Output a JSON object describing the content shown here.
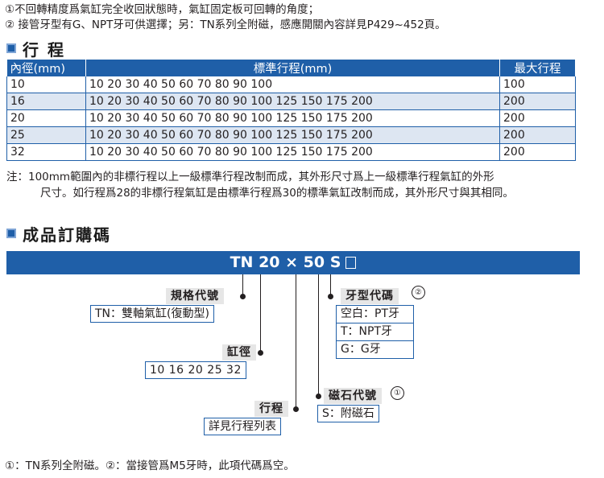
{
  "notes_top": [
    "①不回轉精度爲氣缸完全收回狀態時，氣缸固定板可回轉的角度；",
    "② 接管牙型有G、NPT牙可供選擇；另：TN系列全附磁，感應開關內容詳見P429~452頁。"
  ],
  "stroke_section": {
    "title": "行 程",
    "table": {
      "headers": [
        "內徑(mm)",
        "標準行程(mm)",
        "最大行程"
      ],
      "rows": [
        [
          "10",
          "10  20  30  40  50  60  70  80  90  100",
          "100"
        ],
        [
          "16",
          "10  20  30  40  50  60  70  80  90  100  125  150  175  200",
          "200"
        ],
        [
          "20",
          "10  20  30  40  50  60  70  80  90  100  125  150  175  200",
          "200"
        ],
        [
          "25",
          "10  20  30  40  50  60  70  80  90  100  125  150  175  200",
          "200"
        ],
        [
          "32",
          "10  20  30  40  50  60  70  80  90  100  125  150  175  200",
          "200"
        ]
      ]
    },
    "footnote_line1": "注：100mm範圍內的非標行程以上一級標準行程改制而成，其外形尺寸爲上一級標準行程氣缸的外形",
    "footnote_line2": "尺寸。如行程爲28的非標行程氣缸是由標準行程爲30的標準氣缸改制而成，其外形尺寸與其相同。"
  },
  "order_section": {
    "title": "成品訂購碼",
    "code": "TN 20 × 50 S",
    "spec_code": {
      "label": "規格代號",
      "value": "TN：雙軸氣缸(復動型)"
    },
    "bore": {
      "label": "缸徑",
      "value": "10  16  20  25  32"
    },
    "stroke": {
      "label": "行程",
      "value": "詳見行程列表"
    },
    "magnet": {
      "label": "磁石代號",
      "marker": "①",
      "value": "S：附磁石"
    },
    "thread": {
      "label": "牙型代碼",
      "marker": "②",
      "options": [
        "空白：PT牙",
        "T：NPT牙",
        "G：G牙"
      ]
    }
  },
  "notes_bottom": "①：TN系列全附磁。②：當接管爲M5牙時，此項代碼爲空。",
  "colors": {
    "accent": "#1f5fa8",
    "row_alt": "#dde6f2",
    "label_bg": "#e6e6e6"
  }
}
